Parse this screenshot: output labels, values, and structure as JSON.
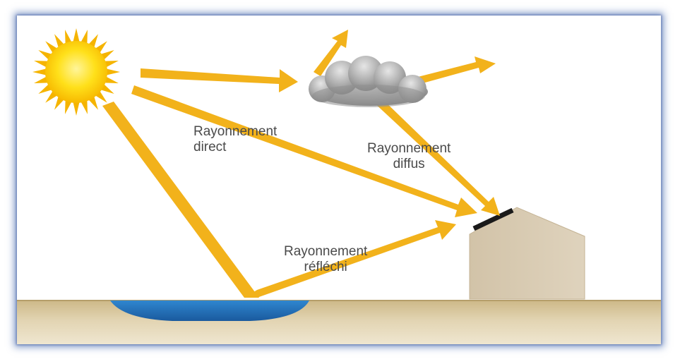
{
  "labels": {
    "direct": {
      "line1": "Rayonnement",
      "line2": "direct"
    },
    "diffus": {
      "line1": "Rayonnement",
      "line2": "diffus"
    },
    "reflechi": {
      "line1": "Rayonnement",
      "line2": "réfléchi"
    }
  },
  "colors": {
    "arrow": "#f2b21b",
    "sun_core": "#ffd60a",
    "sun_rays": "#f5b400",
    "cloud": "#9a9a9a",
    "ground": "#d9c9a3",
    "water": "#1f6fb8",
    "house": "#d6c8b0",
    "solar_panel": "#1a1a1a",
    "frame_glow": "#3a6fc0"
  },
  "icons": {
    "sun": "sun-icon",
    "cloud": "cloud-icon",
    "house": "house-icon",
    "water": "water-pond-icon"
  }
}
